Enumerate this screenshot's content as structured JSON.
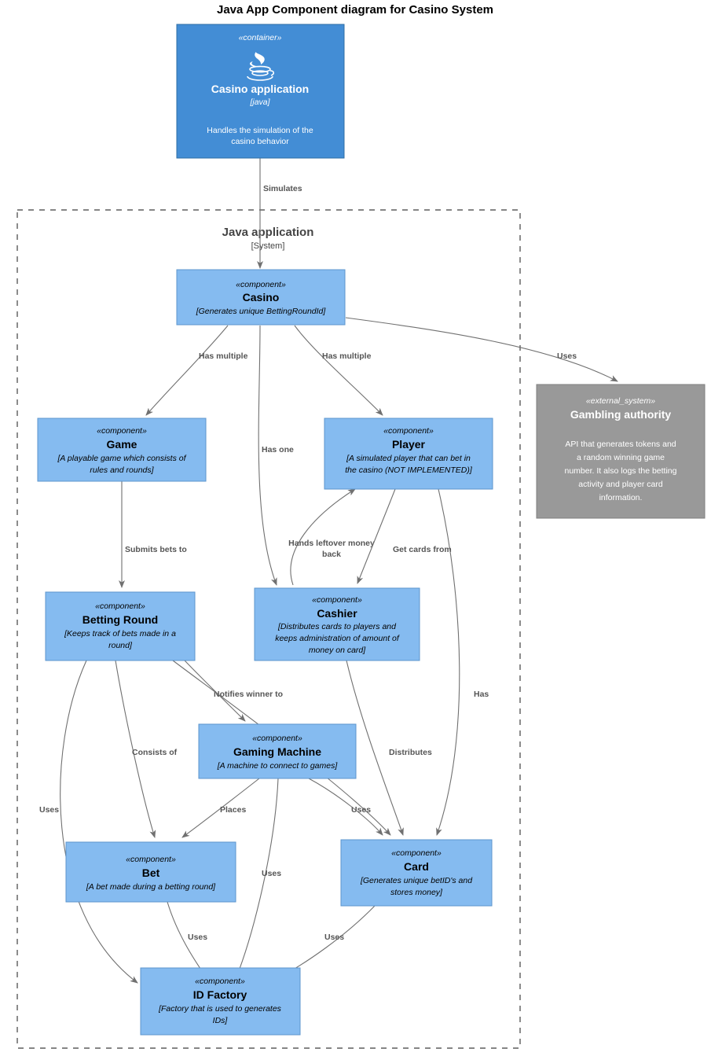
{
  "title": "Java App Component diagram for Casino System",
  "colors": {
    "container_fill": "#438dd5",
    "container_stroke": "#2e6da4",
    "component_fill": "#85bbf0",
    "component_stroke": "#5d96cd",
    "external_fill": "#999999",
    "external_stroke": "#7f7f7f",
    "edge": "#707070",
    "label": "#555555",
    "boundary": "#3f3f3f"
  },
  "boundary": {
    "name": "Java application",
    "type": "[System]"
  },
  "nodes": {
    "casino_application": {
      "stereotype": "«container»",
      "name": "Casino application",
      "tech": "[java]",
      "desc_lines": [
        "Handles the simulation of the",
        "casino behavior"
      ],
      "icon": "java-logo-icon"
    },
    "casino": {
      "stereotype": "«component»",
      "name": "Casino",
      "tech": "[Generates unique BettingRoundId]"
    },
    "game": {
      "stereotype": "«component»",
      "name": "Game",
      "tech_lines": [
        "[A playable game which consists of",
        "rules and rounds]"
      ]
    },
    "player": {
      "stereotype": "«component»",
      "name": "Player",
      "tech_lines": [
        "[A simulated player that can bet in",
        "the casino (NOT IMPLEMENTED)]"
      ]
    },
    "gambling_authority": {
      "stereotype": "«external_system»",
      "name": "Gambling authority",
      "desc_lines": [
        "API that generates tokens and",
        "a random winning game",
        "number. It also logs the betting",
        "activity and player card",
        "information."
      ]
    },
    "betting_round": {
      "stereotype": "«component»",
      "name": "Betting Round",
      "tech_lines": [
        "[Keeps track of bets made in a",
        "round]"
      ]
    },
    "cashier": {
      "stereotype": "«component»",
      "name": "Cashier",
      "tech_lines": [
        "[Distributes cards to players and",
        "keeps administration of amount of",
        "money on card]"
      ]
    },
    "gaming_machine": {
      "stereotype": "«component»",
      "name": "Gaming Machine",
      "tech_lines": [
        "[A machine to connect to games]"
      ]
    },
    "bet": {
      "stereotype": "«component»",
      "name": "Bet",
      "tech_lines": [
        "[A bet made during a betting round]"
      ]
    },
    "card": {
      "stereotype": "«component»",
      "name": "Card",
      "tech_lines": [
        "[Generates unique betID's and",
        "stores money]"
      ]
    },
    "id_factory": {
      "stereotype": "«component»",
      "name": "ID Factory",
      "tech_lines": [
        "[Factory that is used to generates",
        "IDs]"
      ]
    }
  },
  "edges": {
    "simulates": "Simulates",
    "has_multiple_game": "Has multiple",
    "has_multiple_player": "Has multiple",
    "has_one": "Has one",
    "uses_authority": "Uses",
    "submits_bets_to": "Submits bets to",
    "hands_leftover_money_back": "Hands leftover money\nback",
    "hands_leftover_money_back_l1": "Hands leftover money",
    "hands_leftover_money_back_l2": "back",
    "get_cards_from": "Get cards from",
    "notifies_winner_to": "Notifies winner to",
    "consists_of": "Consists of",
    "distributes": "Distributes",
    "has_card": "Has",
    "places": "Places",
    "uses_bettinground_card": "Uses",
    "uses_gamingmachine_card": "Uses",
    "uses_bettinground_idfactory": "Uses",
    "uses_gamingmachine_idfactory": "Uses",
    "uses_bet_idfactory": "Uses",
    "uses_card_idfactory": "Uses"
  }
}
